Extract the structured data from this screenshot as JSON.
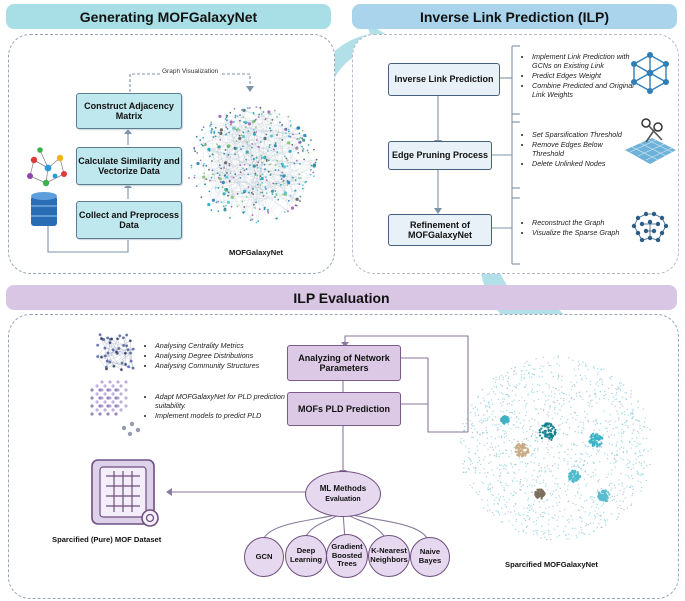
{
  "headers": {
    "generating": "Generating MOFGalaxyNet",
    "ilp": "Inverse Link Prediction (ILP)",
    "evaluation": "ILP Evaluation"
  },
  "generating": {
    "graph_label": "Graph Visualization",
    "construct": "Construct Adjacency Matrix",
    "similarity": "Calculate Similarity and Vectorize Data",
    "collect": "Collect and Preprocess Data",
    "caption": "MOFGalaxyNet"
  },
  "ilp": {
    "box1": "Inverse Link Prediction",
    "box2": "Edge Pruning Process",
    "box3": "Refinement of MOFGalaxyNet",
    "list1": [
      "Implement Link Prediction with GCNs on Existing Link",
      "Predict Edges Weight",
      "Combine Predicted and Original Link Weights"
    ],
    "list2": [
      "Set Sparsification Threshold",
      "Remove Edges Below Threshold",
      "Delete Unlinked Nodes"
    ],
    "list3": [
      "Reconstruct the Graph",
      "Visualize the Sparse Graph"
    ]
  },
  "evaluation": {
    "analyzing": "Analyzing of Network Parameters",
    "pld": "MOFs PLD Prediction",
    "list_a": [
      "Analysing Centrality Metrics",
      "Analysing Degree Distributions",
      "Analysing Community Structures"
    ],
    "list_b": [
      "Adapt MOFGalaxyNet for PLD prediction suitability.",
      "Implement models to predict PLD"
    ],
    "ml_title": "ML Methods",
    "ml_sub": "Evaluation",
    "methods": [
      "GCN",
      "Deep Learning",
      "Gradient Boosted Trees",
      "K-Nearest Neighbors",
      "Naive Bayes"
    ],
    "dataset_caption": "Sparcified (Pure) MOF Dataset",
    "sparse_caption": "Sparcified MOFGalaxyNet"
  },
  "colors": {
    "header_teal": "#a8dfe6",
    "header_blue": "#a9d4ec",
    "header_purple": "#d9c6e4",
    "box_teal": "#bfe7ee",
    "box_purple": "#dcc9e6",
    "big_arrow": "#a8dde6"
  }
}
